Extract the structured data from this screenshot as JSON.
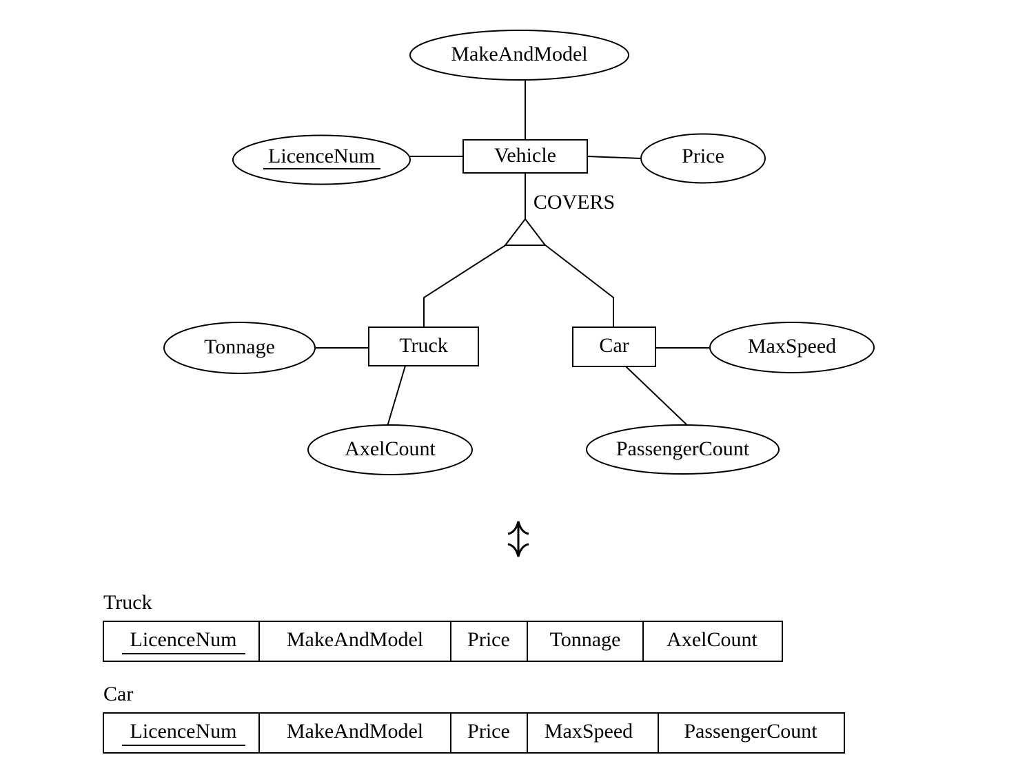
{
  "diagram": {
    "title_note": "ER diagram with ISA hierarchy mapped to relational tables",
    "entities": [
      {
        "id": "vehicle",
        "label": "Vehicle",
        "type": "entity-box"
      },
      {
        "id": "truck",
        "label": "Truck",
        "type": "entity-box"
      },
      {
        "id": "car",
        "label": "Car",
        "type": "entity-box"
      }
    ],
    "attributes": [
      {
        "id": "makeandmodel",
        "label": "MakeAndModel",
        "key": false,
        "owner": "vehicle"
      },
      {
        "id": "licencenum",
        "label": "LicenceNum",
        "key": true,
        "owner": "vehicle"
      },
      {
        "id": "price",
        "label": "Price",
        "key": false,
        "owner": "vehicle"
      },
      {
        "id": "tonnage",
        "label": "Tonnage",
        "key": false,
        "owner": "truck"
      },
      {
        "id": "axelcount",
        "label": "AxelCount",
        "key": false,
        "owner": "truck"
      },
      {
        "id": "maxspeed",
        "label": "MaxSpeed",
        "key": false,
        "owner": "car"
      },
      {
        "id": "passengercount",
        "label": "PassengerCount",
        "key": false,
        "owner": "car"
      }
    ],
    "isa": {
      "label": "COVERS",
      "parent": "Vehicle",
      "children": [
        "Truck",
        "Car"
      ],
      "symbol": "triangle"
    },
    "separator": {
      "glyph": "double-headed-vertical-arrow",
      "meaning": "maps to"
    }
  },
  "tables": [
    {
      "name": "Truck",
      "columns": [
        {
          "label": "LicenceNum",
          "key": true
        },
        {
          "label": "MakeAndModel",
          "key": false
        },
        {
          "label": "Price",
          "key": false
        },
        {
          "label": "Tonnage",
          "key": false
        },
        {
          "label": "AxelCount",
          "key": false
        }
      ]
    },
    {
      "name": "Car",
      "columns": [
        {
          "label": "LicenceNum",
          "key": true
        },
        {
          "label": "MakeAndModel",
          "key": false
        },
        {
          "label": "Price",
          "key": false
        },
        {
          "label": "MaxSpeed",
          "key": false
        },
        {
          "label": "PassengerCount",
          "key": false
        }
      ]
    }
  ],
  "colors": {
    "stroke": "#000000",
    "fill": "#ffffff",
    "text": "#000000"
  }
}
